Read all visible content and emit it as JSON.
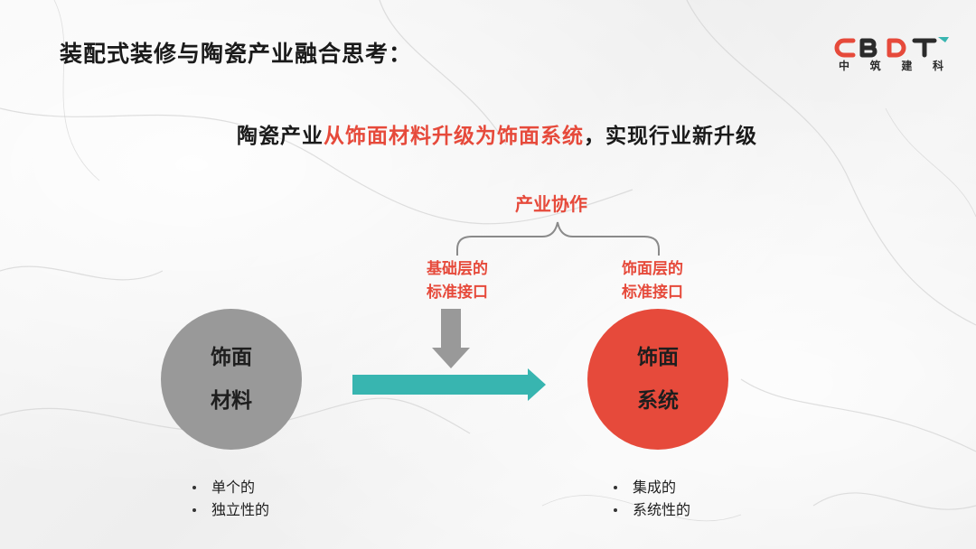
{
  "slide": {
    "title": "装配式装修与陶瓷产业融合思考：",
    "logo": {
      "mark": "CBDT",
      "subtitle": [
        "中",
        "筑",
        "建",
        "科"
      ]
    },
    "headline": {
      "prefix": "陶瓷产业",
      "highlight": "从饰面材料升级为饰面系统",
      "suffix": "，实现行业新升级"
    },
    "diagram": {
      "collaboration_label": "产业协作",
      "base_layer": {
        "line1": "基础层的",
        "line2": "标准接口"
      },
      "finish_layer": {
        "line1": "饰面层的",
        "line2": "标准接口"
      },
      "left_circle": {
        "line1": "饰面",
        "line2": "材料",
        "color": "#999999"
      },
      "right_circle": {
        "line1": "饰面",
        "line2": "系统",
        "color": "#e64a3b"
      },
      "arrow_color": "#38b5b0",
      "down_arrow_color": "#999999"
    },
    "left_bullets": [
      "单个的",
      "独立性的"
    ],
    "right_bullets": [
      "集成的",
      "系统性的"
    ],
    "colors": {
      "accent_red": "#e64a3b",
      "teal": "#38b5b0",
      "grey": "#999999"
    }
  }
}
